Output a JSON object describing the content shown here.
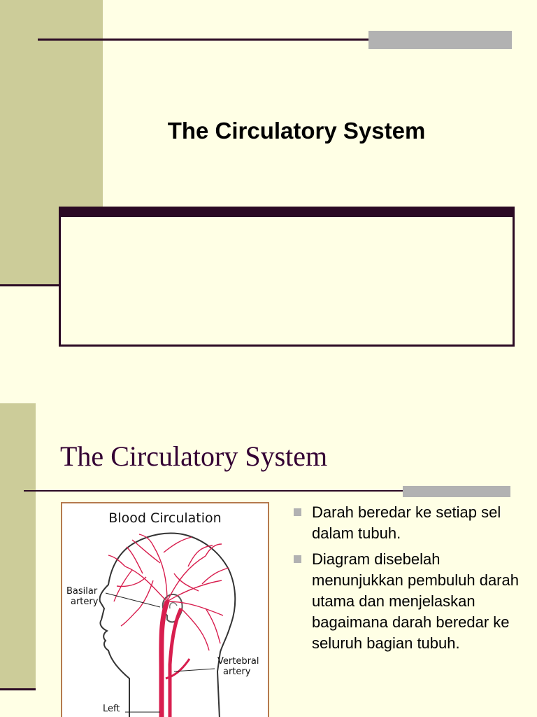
{
  "slide1": {
    "title": "The Circulatory System"
  },
  "slide2": {
    "title": "The Circulatory System",
    "image": {
      "caption": "Blood Circulation",
      "labels": {
        "basilar_line1": "Basilar",
        "basilar_line2": "artery",
        "vertebral_line1": "Vertebral",
        "vertebral_line2": "artery",
        "left_line1": "Left"
      }
    },
    "bullets": [
      "Darah beredar ke setiap sel dalam tubuh.",
      "Diagram disebelah menunjukkan pembuluh darah utama dan menjelaskan bagaimana darah beredar ke seluruh bagian tubuh."
    ]
  },
  "colors": {
    "background": "#ffffe5",
    "sidebar": "#cccc99",
    "accent_dark": "#2b0a24",
    "accent_grey": "#b2b2b2",
    "artery": "#d81e4e"
  }
}
